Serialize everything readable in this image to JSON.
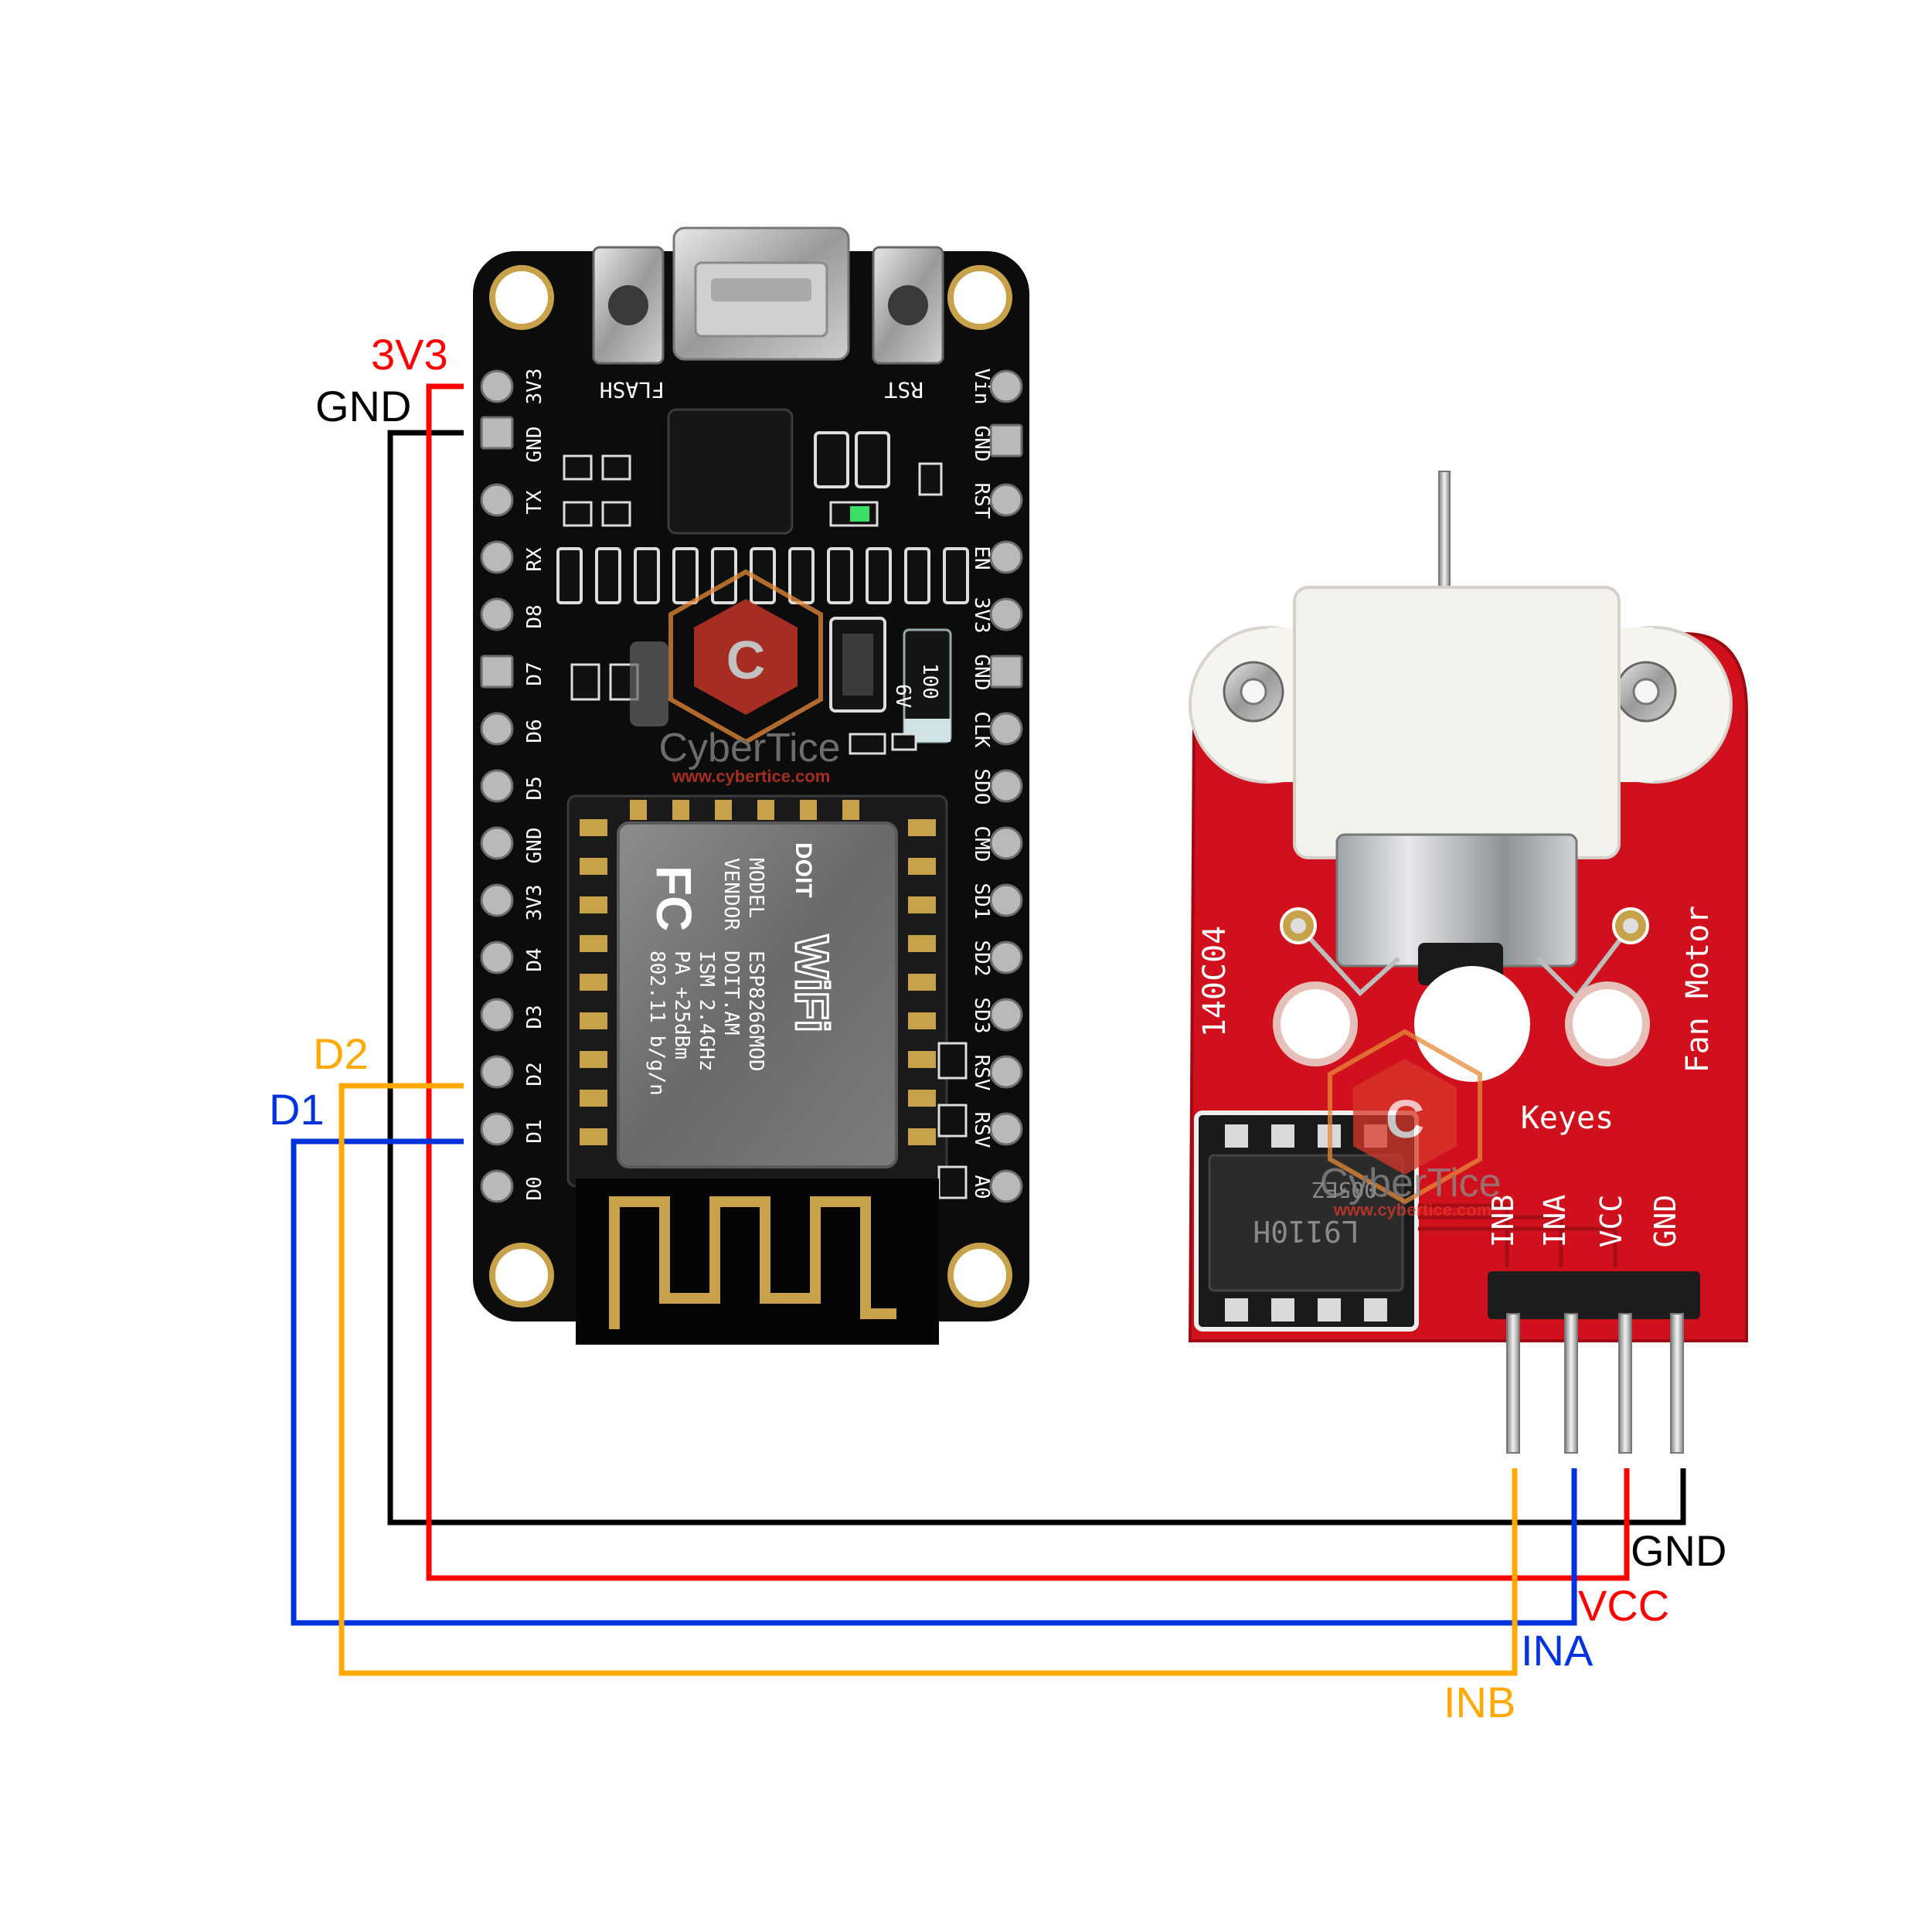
{
  "left_board": {
    "button_left_label": "FLASH",
    "button_right_label": "RST",
    "left_pins": [
      "3V3",
      "GND",
      "TX",
      "RX",
      "D8",
      "D7",
      "D6",
      "D5",
      "GND",
      "3V3",
      "D4",
      "D3",
      "D2",
      "D1",
      "D0"
    ],
    "right_pins": [
      "Vin",
      "GND",
      "RST",
      "EN",
      "3V3",
      "GND",
      "CLK",
      "SDO",
      "CMD",
      "SD1",
      "SD2",
      "SD3",
      "RSV",
      "RSV",
      "A0"
    ],
    "capacitor_text": [
      "100",
      "6V"
    ],
    "module_text": [
      "MODEL",
      "VENDOR",
      "ISM  2.4GHz",
      "PA  +25dBm",
      "802.11 b/g/n",
      "ESP8266MOD",
      "DOIT.AM"
    ],
    "fc_mark": "FC",
    "wifi_mark": "WiFi",
    "doit_mark": "DOIT"
  },
  "right_board": {
    "board_code": "140C04",
    "title": "Fan Motor",
    "brand": "Keyes",
    "chip_text": [
      "L9110H",
      "005EZ"
    ],
    "pins": [
      "INB",
      "INA",
      "VCC",
      "GND"
    ]
  },
  "watermark": {
    "name": "CyberTice",
    "url": "www.cybertice.com",
    "badge_letter": "C"
  },
  "wire_labels": {
    "left_3v3": "3V3",
    "left_gnd": "GND",
    "left_d2": "D2",
    "left_d1": "D1",
    "right_gnd": "GND",
    "right_vcc": "VCC",
    "right_ina": "INA",
    "right_inb": "INB"
  },
  "colors": {
    "vcc": "#ff0000",
    "gnd": "#000000",
    "ina": "#0033dd",
    "inb": "#ffaa00",
    "board_black": "#0c0c0c",
    "board_red": "#d0101c",
    "gold": "#c8a24a",
    "watermark": "#e88a3a"
  }
}
